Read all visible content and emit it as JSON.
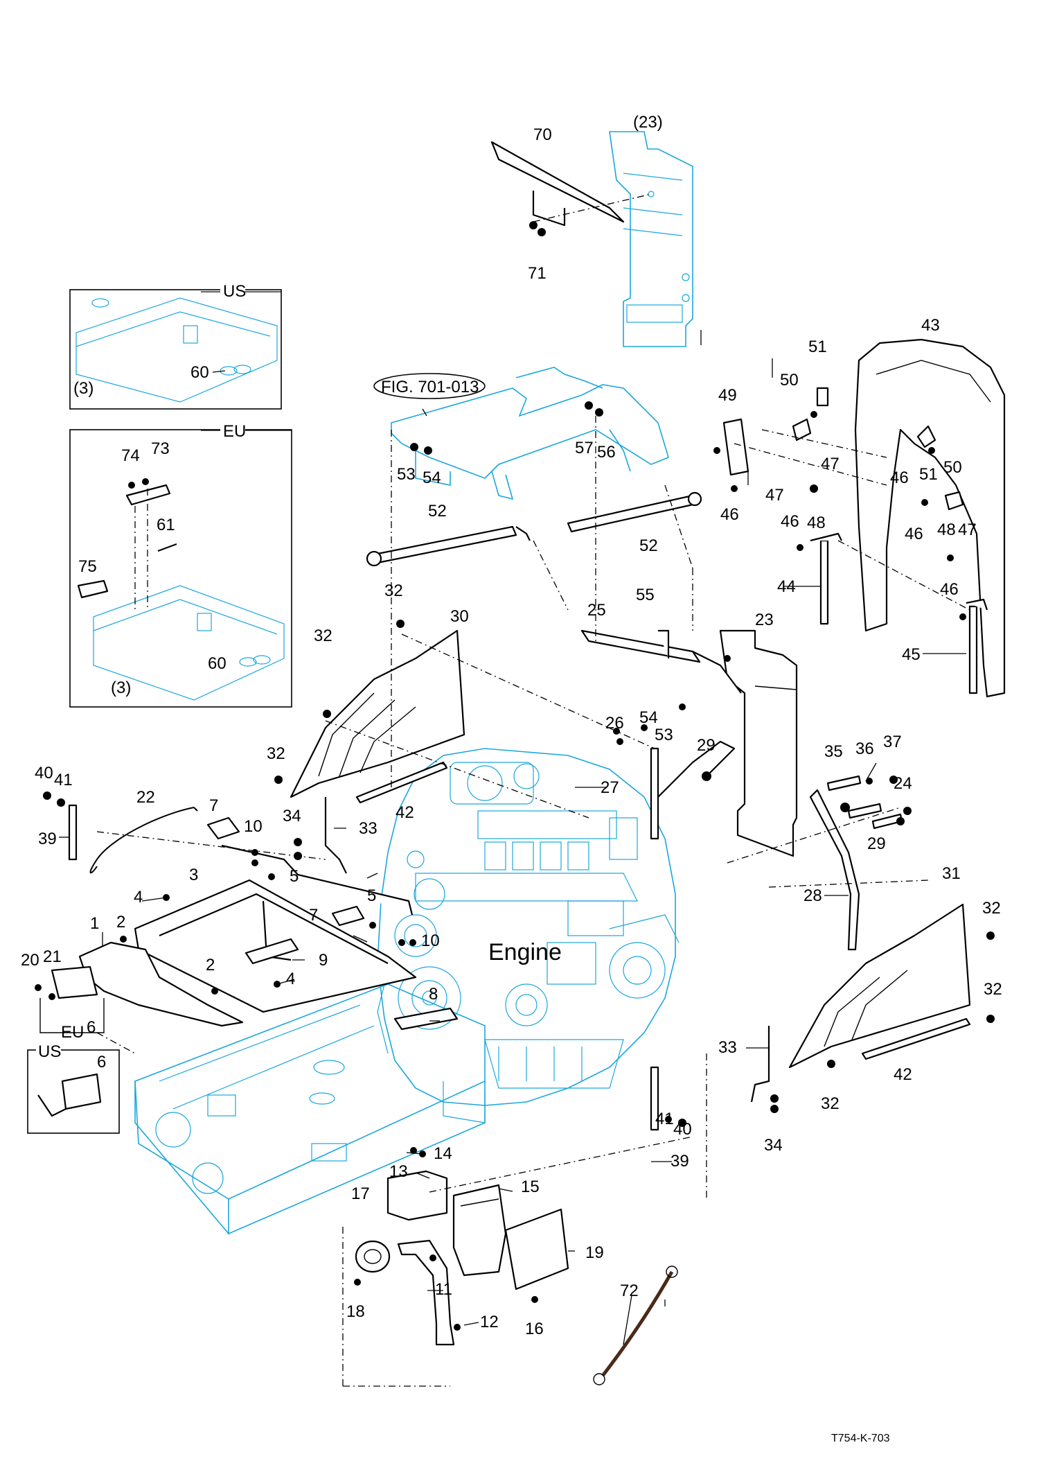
{
  "diagram": {
    "reference_code": "T754-K-703",
    "engine_label": "Engine",
    "figure_reference": "FIG. 701-013",
    "insets": {
      "us_top": {
        "title": "US",
        "callouts": [
          "(3)",
          "60"
        ]
      },
      "eu_mid": {
        "title": "EU",
        "callouts": [
          "74",
          "73",
          "61",
          "75",
          "60",
          "(3)"
        ]
      },
      "us_bottom": {
        "title": "US",
        "callouts": [
          "6"
        ]
      },
      "eu_bracket": {
        "title": "EU",
        "callouts": [
          "6"
        ]
      }
    },
    "callouts": [
      "70",
      "(23)",
      "71",
      "43",
      "51",
      "50",
      "49",
      "47",
      "46",
      "48",
      "44",
      "45",
      "52",
      "53",
      "54",
      "57",
      "56",
      "32",
      "30",
      "55",
      "25",
      "23",
      "26",
      "29",
      "27",
      "35",
      "36",
      "37",
      "24",
      "28",
      "31",
      "42",
      "22",
      "7",
      "10",
      "3",
      "5",
      "4",
      "33",
      "34",
      "39",
      "40",
      "41",
      "1",
      "2",
      "20",
      "21",
      "9",
      "8",
      "6",
      "11",
      "12",
      "13",
      "14",
      "15",
      "17",
      "18",
      "19",
      "16",
      "72"
    ]
  }
}
